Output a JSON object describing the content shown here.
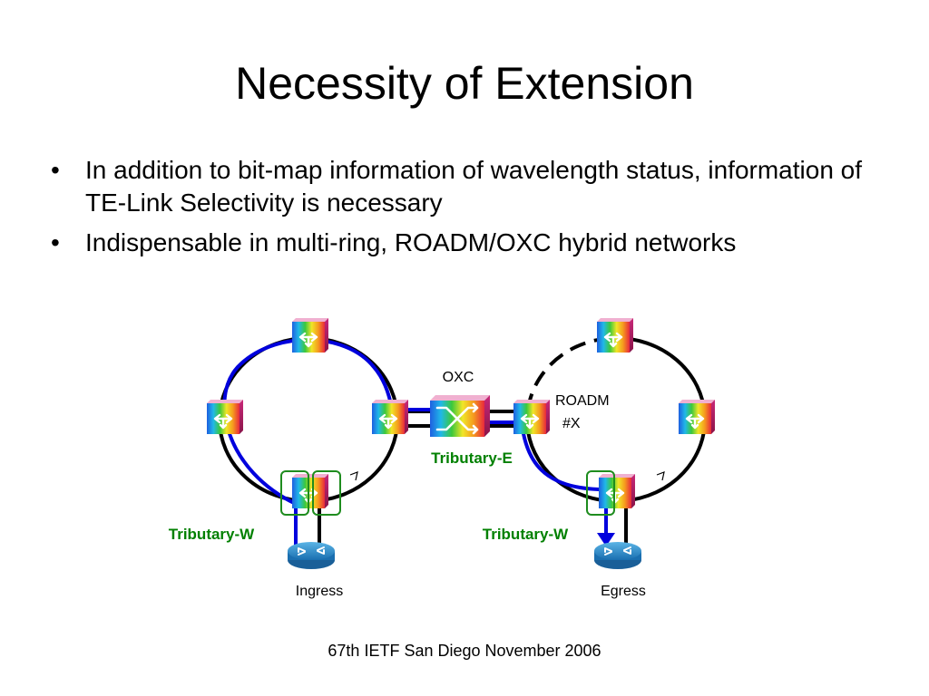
{
  "slide": {
    "title": "Necessity of Extension",
    "bullets": [
      "In addition to bit-map information of wavelength status, information of TE-Link Selectivity is necessary",
      "Indispensable in multi-ring, ROADM/OXC hybrid networks"
    ],
    "bullet_marker": "•",
    "footer": "67th IETF San Diego November 2006"
  },
  "diagram": {
    "labels": {
      "oxc": "OXC",
      "roadm": "ROADM",
      "roadm_id": "#X",
      "tributary_e": "Tributary-E",
      "tributary_w_left": "Tributary-W",
      "tributary_w_right": "Tributary-W",
      "ingress": "Ingress",
      "egress": "Egress"
    },
    "colors": {
      "path": "#0000dd",
      "ring": "#000000",
      "tributary_label": "#008000",
      "selection_box": "#1e8c1e"
    },
    "icons": [
      "roadm-node-icon",
      "oxc-switch-icon",
      "router-icon"
    ]
  }
}
